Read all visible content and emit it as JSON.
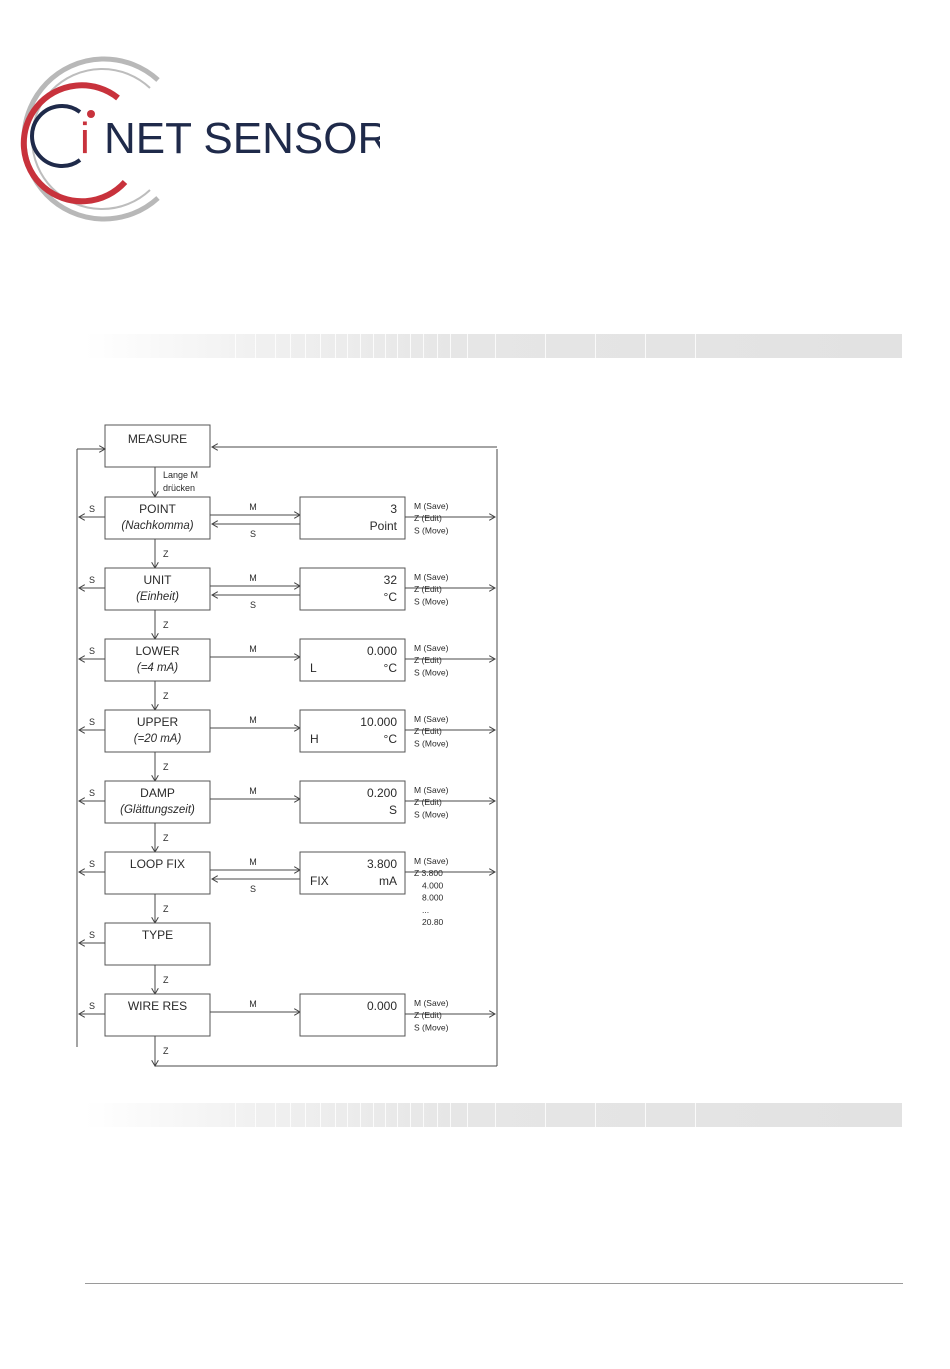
{
  "logo": {
    "mark": "i",
    "brand": "NET SENSOR",
    "colors": {
      "red": "#c8323c",
      "navy": "#1f2a4a",
      "grey": "#b4b4b4"
    }
  },
  "diagram": {
    "start": "MEASURE",
    "start_note": [
      "Lange M",
      "drücken"
    ],
    "menus": [
      {
        "title": "POINT",
        "subtitle": "(Nachkomma)",
        "value": "3",
        "unit": "Point",
        "prefix": "",
        "back_s": true,
        "actions": [
          "M (Save)",
          "Z (Edit)",
          "S (Move)"
        ]
      },
      {
        "title": "UNIT",
        "subtitle": "(Einheit)",
        "value": "32",
        "unit": "°C",
        "prefix": "",
        "back_s": true,
        "actions": [
          "M (Save)",
          "Z (Edit)",
          "S (Move)"
        ]
      },
      {
        "title": "LOWER",
        "subtitle": "(=4 mA)",
        "value": "0.000",
        "unit": "°C",
        "prefix": "L",
        "back_s": false,
        "actions": [
          "M (Save)",
          "Z (Edit)",
          "S (Move)"
        ]
      },
      {
        "title": "UPPER",
        "subtitle": "(=20 mA)",
        "value": "10.000",
        "unit": "°C",
        "prefix": "H",
        "back_s": false,
        "actions": [
          "M (Save)",
          "Z (Edit)",
          "S (Move)"
        ]
      },
      {
        "title": "DAMP",
        "subtitle": "(Glättungszeit)",
        "value": "0.200",
        "unit": "S",
        "prefix": "",
        "back_s": false,
        "actions": [
          "M (Save)",
          "Z (Edit)",
          "S (Move)"
        ]
      },
      {
        "title": "LOOP FIX",
        "subtitle": "",
        "value": "3.800",
        "unit": "mA",
        "prefix": "FIX",
        "back_s": true,
        "actions": [
          "M (Save)",
          "Z 3.800",
          "4.000",
          "8.000",
          "...",
          "20.80"
        ]
      },
      {
        "title": "TYPE",
        "subtitle": "",
        "value": null
      },
      {
        "title": "WIRE RES",
        "subtitle": "",
        "value": "0.000",
        "unit": "",
        "prefix": "",
        "back_s": false,
        "actions": [
          "M (Save)",
          "Z (Edit)",
          "S (Move)"
        ]
      }
    ],
    "key_m": "M",
    "key_s": "S",
    "key_z": "Z"
  }
}
